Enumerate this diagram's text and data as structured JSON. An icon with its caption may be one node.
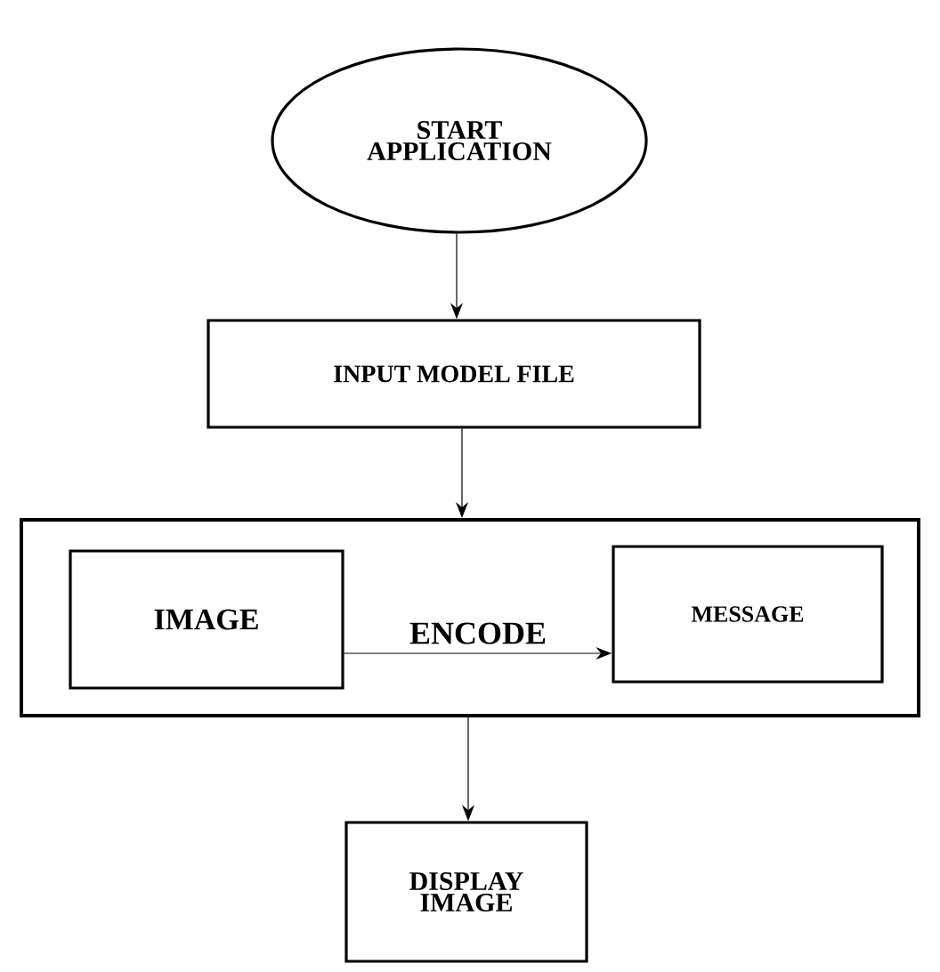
{
  "diagram": {
    "nodes": [
      {
        "text": [
          "START APPLICATION"
        ]
      },
      {
        "text": [
          "INPUT MODEL FILE"
        ]
      },
      {
        "text": [],
        "shape": "box"
      },
      {
        "text": [
          "IMAGE"
        ],
        "in": 2
      },
      {
        "text": [
          "MESSAGE"
        ],
        "in": 2
      },
      {
        "text": [
          "DISPLAY IMAGE"
        ]
      }
    ],
    "edges": [
      {
        "from": 0,
        "to": 1,
        "arrow": "to"
      },
      {
        "from": 1,
        "to": 2,
        "arrow": "to"
      },
      {
        "from": 3,
        "to": 4,
        "arrow": "to",
        "label": "ENCODE"
      },
      {
        "from": 2,
        "to": 5,
        "arrow": "to"
      }
    ]
  }
}
